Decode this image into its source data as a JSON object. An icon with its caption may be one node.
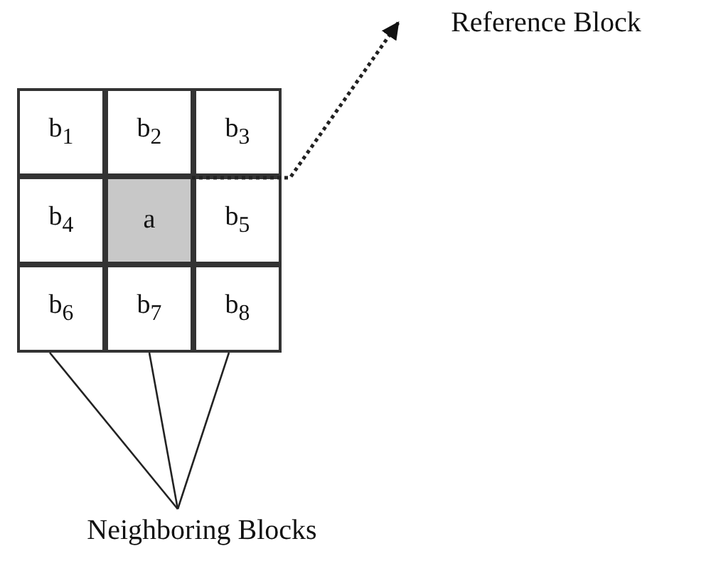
{
  "diagram": {
    "nodes": [
      {
        "text": [
          "b$_{1}$"
        ]
      },
      {
        "text": [
          "b$_{2}$"
        ]
      },
      {
        "text": [
          "b$_{3}$"
        ]
      },
      {
        "text": [
          "b$_{4}$"
        ]
      },
      {
        "text": [
          "a"
        ]
      },
      {
        "text": [
          "b$_{5}$"
        ]
      },
      {
        "text": [
          "b$_{6}$"
        ]
      },
      {
        "text": [
          "b$_{7}$"
        ]
      },
      {
        "text": [
          "b$_{8}$"
        ]
      },
      {
        "text": [
          "Reference Block"
        ]
      },
      {
        "text": [
          "Neighboring Blocks"
        ]
      }
    ],
    "edges": [
      {
        "from": 4,
        "to": 9,
        "arrow": "to",
        "style": "dashed"
      },
      {
        "from": 10,
        "to": 6,
        "arrow": "none"
      },
      {
        "from": 10,
        "to": 7,
        "arrow": "none"
      },
      {
        "from": 10,
        "to": 8,
        "arrow": "none"
      }
    ]
  }
}
